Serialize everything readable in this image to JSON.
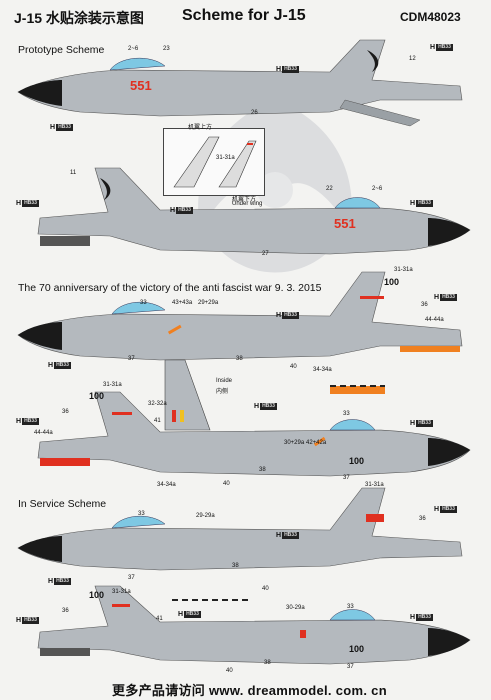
{
  "header": {
    "title_cn": "J-15 水贴涂装示意图",
    "title_en": "Scheme for J-15",
    "product_code": "CDM48023"
  },
  "sections": {
    "prototype": "Prototype Scheme",
    "anniversary": "The 70 anniversary of the victory of the anti fascist war  9. 3. 2015",
    "in_service": "In Service Scheme"
  },
  "inset_wing": {
    "top_label": "机翼上方",
    "bottom_label_cn": "机翼下方",
    "bottom_label_en": "Under wing",
    "callout": "31-31a"
  },
  "inset_tail": {
    "label_en": "Inside",
    "label_cn": "内侧"
  },
  "serials": {
    "prototype": "551",
    "tail_number": "100",
    "fuselage_number": "100"
  },
  "callouts": {
    "c2_6": "2~6",
    "c23": "23",
    "c12": "12",
    "c26": "26",
    "c11": "11",
    "c22": "22",
    "c27": "27",
    "c31_31a": "31-31a",
    "c33": "33",
    "c43_43a": "43+43a",
    "c29_29a": "29+29a",
    "c36": "36",
    "c44_44a": "44-44a",
    "c37": "37",
    "c38": "38",
    "c40": "40",
    "c34_34a": "34-34a",
    "c32_32a": "32-32a",
    "c41": "41",
    "c30_29a": "30+29a",
    "c42_42a": "42+42a",
    "c29_29a_b": "29-29a",
    "c30_29a_b": "30-29a"
  },
  "h_marker": {
    "letter": "H",
    "box": "HB33"
  },
  "footer": {
    "text": "更多产品请访问 www. dreammodel. com. cn"
  },
  "colors": {
    "aircraft_grey": "#b4b9be",
    "nose_black": "#1a1a1a",
    "canopy_blue": "#7ec8e3",
    "marking_red": "#e03020",
    "marking_orange": "#f08020",
    "watermark_grey": "#d9dadc"
  }
}
